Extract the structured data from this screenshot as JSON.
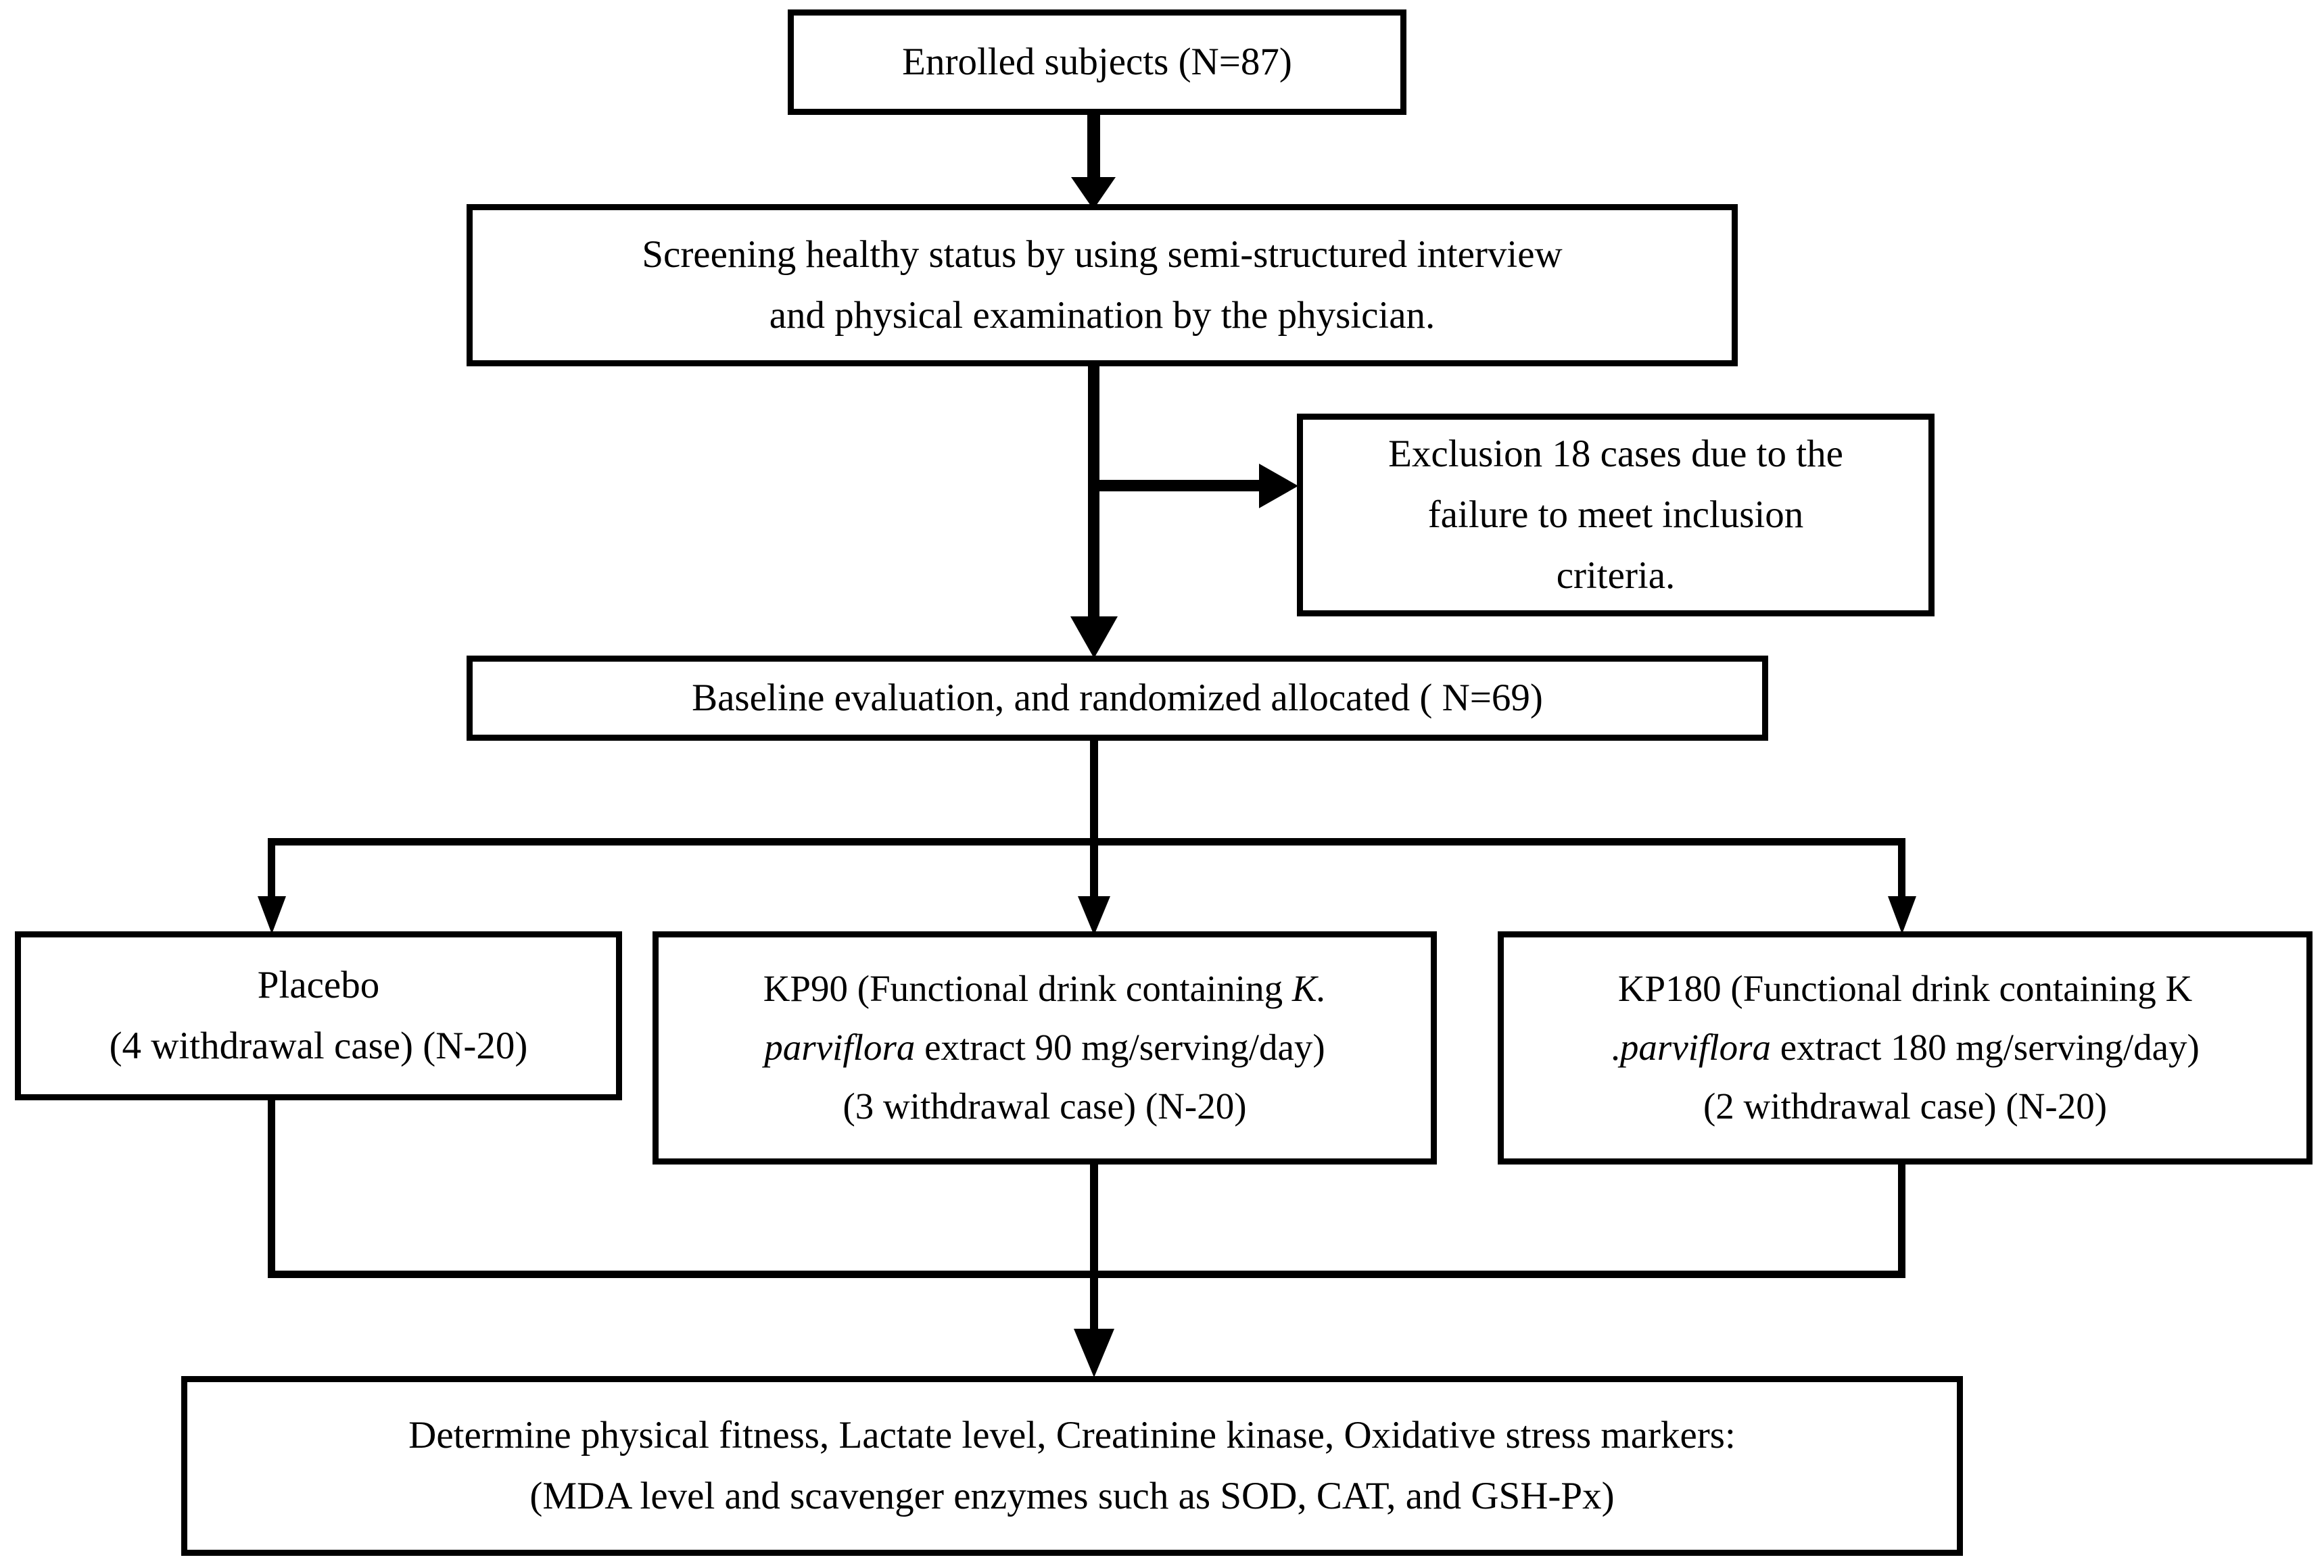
{
  "diagram": {
    "title": "Study enrollment and allocation flow chart",
    "type": "flowchart",
    "stroke_color": "#000000",
    "background_color": "#ffffff"
  },
  "nodes": {
    "enrolled": {
      "id": "enrolled-subjects",
      "lines": [
        "Enrolled subjects (N=87)"
      ]
    },
    "screening": {
      "id": "screening-healthy-status",
      "lines": [
        "Screening healthy status by using semi-structured interview",
        "and physical examination by the physician."
      ]
    },
    "exclusion": {
      "id": "exclusion-cases",
      "lines": [
        "Exclusion 18 cases due to the",
        "failure to meet inclusion",
        "criteria."
      ]
    },
    "baseline": {
      "id": "baseline-evaluation",
      "lines": [
        "Baseline evaluation, and randomized allocated ( N=69)"
      ]
    },
    "placebo": {
      "id": "placebo-group",
      "lines": [
        "Placebo",
        "(4 withdrawal case) (N-20)"
      ]
    },
    "kp90": {
      "id": "kp90-group",
      "line1_a": "KP90 (Functional drink containing ",
      "line1_italic": "K.",
      "line2_italic": "parviflora",
      "line2_b": " extract  90 mg/serving/day)",
      "line3": "(3 withdrawal case) (N-20)"
    },
    "kp180": {
      "id": "kp180-group",
      "line1_a": "KP180 (Functional drink containing ",
      "line1_italic": "K",
      "line2_a": ".",
      "line2_italic": "parviflora",
      "line2_b": " extract  180 mg/serving/day)",
      "line3": "(2 withdrawal case) (N-20)"
    },
    "outcome": {
      "id": "outcome-measures",
      "lines": [
        "Determine physical fitness, Lactate level, Creatinine kinase, Oxidative stress markers:",
        "(MDA level and scavenger enzymes such as SOD, CAT, and GSH-Px)"
      ]
    }
  },
  "connectors": [
    {
      "id": "enrolled-to-screening",
      "kind": "arrow-down"
    },
    {
      "id": "screening-to-exclusion",
      "kind": "arrow-right"
    },
    {
      "id": "screening-to-baseline",
      "kind": "arrow-down"
    },
    {
      "id": "baseline-split-bar",
      "kind": "horizontal-bar"
    },
    {
      "id": "baseline-to-placebo",
      "kind": "arrow-down"
    },
    {
      "id": "baseline-to-kp90",
      "kind": "arrow-down"
    },
    {
      "id": "baseline-to-kp180",
      "kind": "arrow-down"
    },
    {
      "id": "groups-merge-bar",
      "kind": "horizontal-bar"
    },
    {
      "id": "merge-to-outcome",
      "kind": "arrow-down"
    }
  ]
}
